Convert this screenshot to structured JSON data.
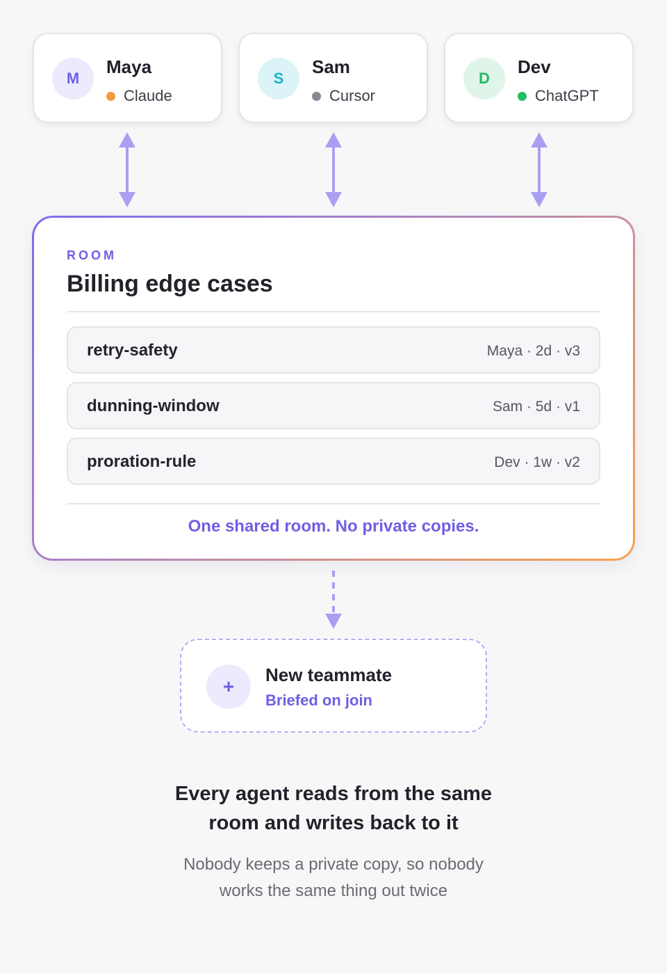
{
  "agents": [
    {
      "initial": "M",
      "name": "Maya",
      "tool": "Claude",
      "avatar_bg": "#ecebfd",
      "avatar_fg": "#6f5fe4",
      "dot_color": "#f39a3c"
    },
    {
      "initial": "S",
      "name": "Sam",
      "tool": "Cursor",
      "avatar_bg": "#dcf4f7",
      "avatar_fg": "#18b5c8",
      "dot_color": "#8a8a94"
    },
    {
      "initial": "D",
      "name": "Dev",
      "tool": "ChatGPT",
      "avatar_bg": "#e0f5e9",
      "avatar_fg": "#23b766",
      "dot_color": "#22c066"
    }
  ],
  "room": {
    "eyebrow": "ROOM",
    "title": "Billing edge cases",
    "notes": [
      {
        "name": "retry-safety",
        "meta": "Maya · 2d · v3"
      },
      {
        "name": "dunning-window",
        "meta": "Sam · 5d · v1"
      },
      {
        "name": "proration-rule",
        "meta": "Dev · 1w · v2"
      }
    ],
    "tagline": "One shared room. No private copies."
  },
  "new_teammate": {
    "icon": "+",
    "title": "New teammate",
    "subtitle": "Briefed on join"
  },
  "headline_line1": "Every agent reads from the same",
  "headline_line2": "room and writes back to it",
  "subline_line1": "Nobody keeps a private copy, so nobody",
  "subline_line2": "works the same thing out twice",
  "colors": {
    "accent": "#6f5fe4",
    "arrow": "#a99ff2"
  }
}
